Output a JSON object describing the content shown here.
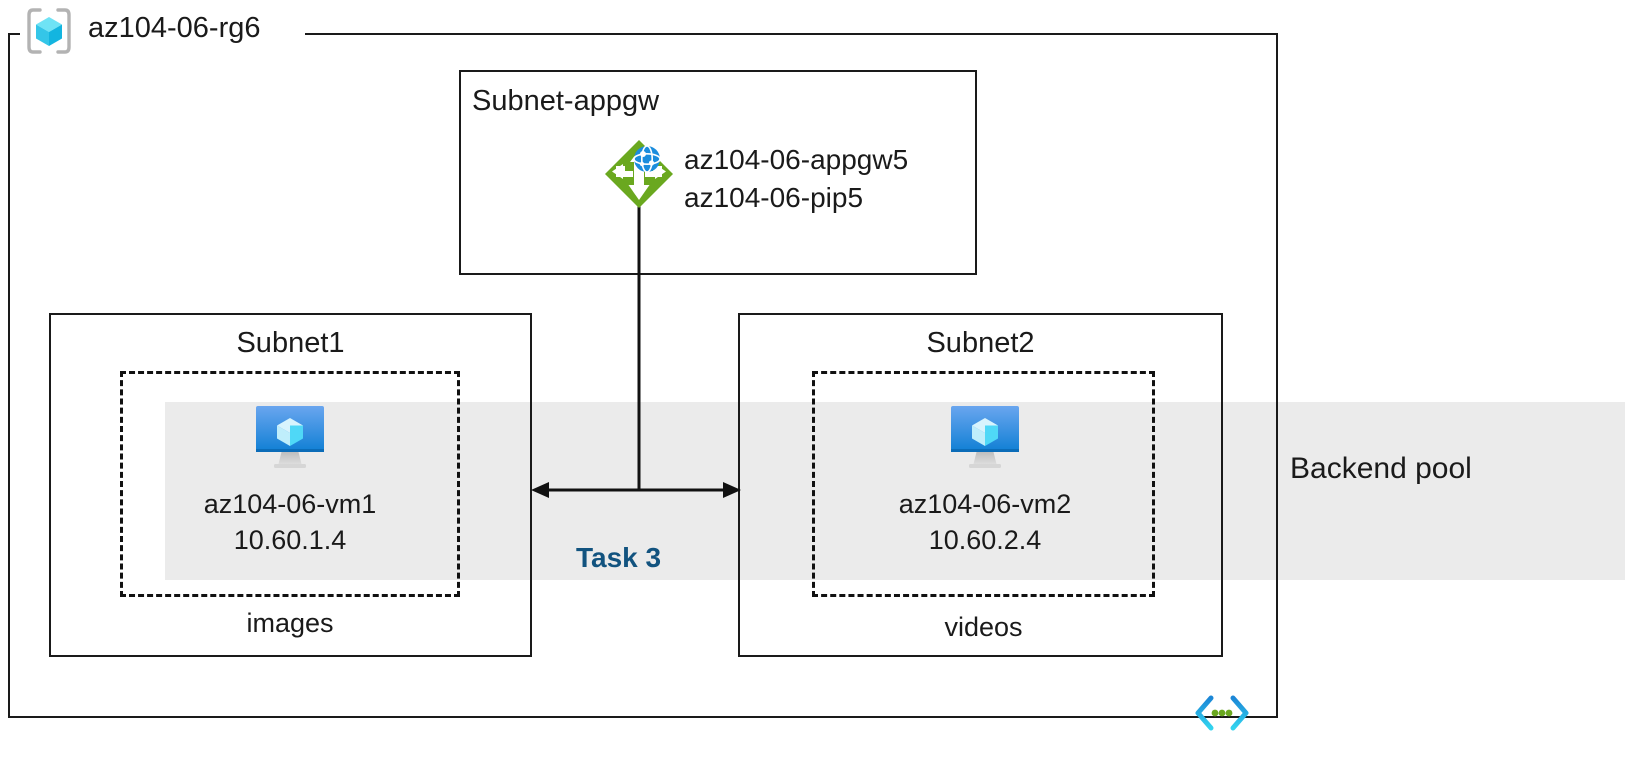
{
  "diagram": {
    "resource_group": {
      "name": "az104-06-rg6",
      "icon": "resource-group-cube-icon"
    },
    "backend_pool": {
      "label": "Backend pool",
      "band_color": "#ebebeb"
    },
    "subnets": [
      {
        "id": "subnet-appgw",
        "title": "Subnet-appgw",
        "resources": [
          {
            "icon": "application-gateway-icon",
            "labels": [
              "az104-06-appgw5",
              "az104-06-pip5"
            ]
          }
        ]
      },
      {
        "id": "subnet1",
        "title": "Subnet1",
        "caption": "images",
        "vm": {
          "icon": "virtual-machine-icon",
          "name": "az104-06-vm1",
          "ip": "10.60.1.4"
        }
      },
      {
        "id": "subnet2",
        "title": "Subnet2",
        "caption": "videos",
        "vm": {
          "icon": "virtual-machine-icon",
          "name": "az104-06-vm2",
          "ip": "10.60.2.4"
        }
      }
    ],
    "annotations": [
      {
        "id": "task3",
        "label": "Task 3",
        "color": "#12537f"
      }
    ],
    "footer_icon": {
      "name": "code-brackets-icon",
      "bracket_color": "#2e9ce0",
      "dot_color": "#6aa81f"
    },
    "colors": {
      "border": "#1a1a1a",
      "band": "#ebebeb",
      "appgw_green": "#6aa81f",
      "vm_blue": "#0f7fd4",
      "rg_cyan": "#45d7ef",
      "task_blue": "#12537f"
    }
  }
}
